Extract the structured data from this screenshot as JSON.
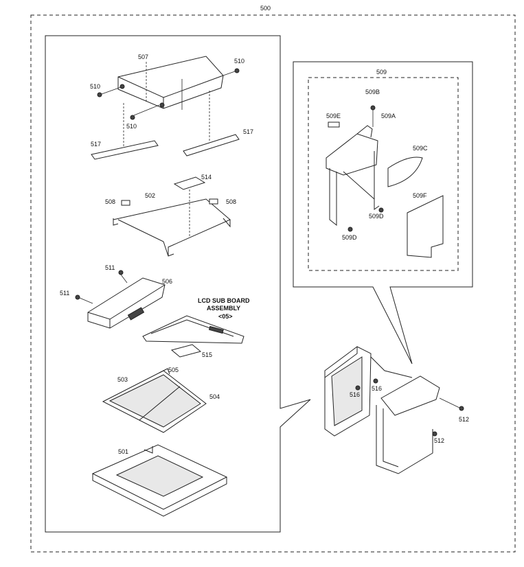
{
  "diagram": {
    "assembly_number": "500",
    "subassembly_number": "509",
    "sub_board_title": [
      "LCD SUB BOARD",
      "ASSEMBLY",
      "<05>"
    ],
    "labels": {
      "p507": "507",
      "p510a": "510",
      "p510b": "510",
      "p510c": "510",
      "p517a": "517",
      "p517b": "517",
      "p514": "514",
      "p508a": "508",
      "p502": "502",
      "p508b": "508",
      "p511a": "511",
      "p511b": "511",
      "p506": "506",
      "p515": "515",
      "p505": "505",
      "p503": "503",
      "p504": "504",
      "p501": "501",
      "p509B": "509B",
      "p509E": "509E",
      "p509A": "509A",
      "p509C": "509C",
      "p509F": "509F",
      "p509Da": "509D",
      "p509Db": "509D",
      "p516a": "516",
      "p516b": "516",
      "p512a": "512",
      "p512b": "512"
    }
  }
}
